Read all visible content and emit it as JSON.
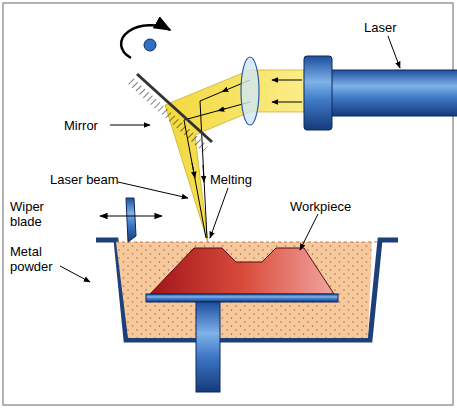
{
  "diagram": {
    "labels": [
      "Laser",
      "Mirror",
      "Laser beam",
      "Melting",
      "Workpiece",
      "Wiper blade",
      "Metal powder"
    ]
  }
}
